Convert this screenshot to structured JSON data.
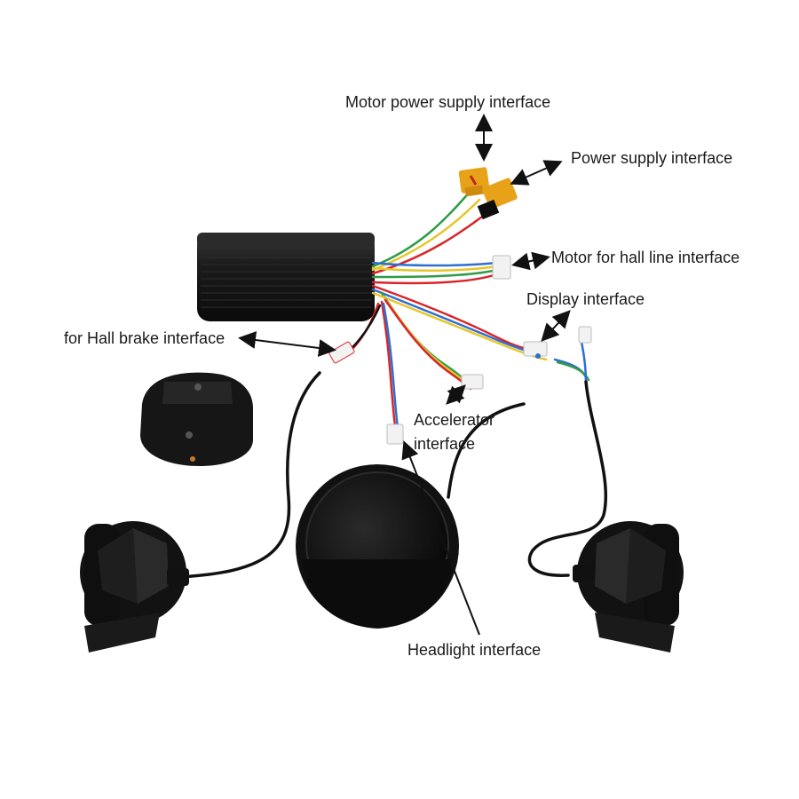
{
  "labels": {
    "motor_power": "Motor power supply interface",
    "power": "Power supply interface",
    "hall_line": "Motor for hall line interface",
    "display": "Display interface",
    "hall_brake": "for Hall brake interface",
    "accelerator_line1": "Accelerator",
    "accelerator_line2": "interface",
    "headlight": "Headlight interface"
  },
  "colors": {
    "background": "#ffffff",
    "device": "#151515",
    "connector_yellow": "#e8a21a",
    "connector_white": "#f2f2f2",
    "wire_red": "#d8262b",
    "wire_blue": "#2e6fd1",
    "wire_green": "#2f9b47",
    "wire_yellow": "#e6c62a",
    "arrow": "#111111"
  }
}
